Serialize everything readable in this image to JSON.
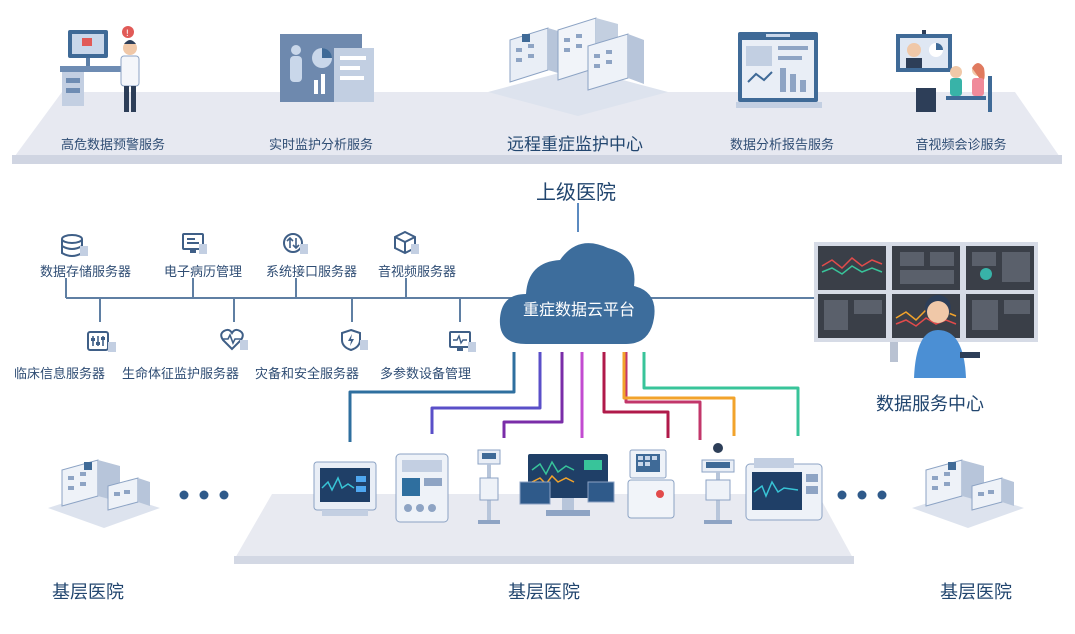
{
  "top_services": [
    {
      "label": "高危数据预警服务",
      "icon": "doctor-desk-alert-icon"
    },
    {
      "label": "实时监护分析服务",
      "icon": "body-monitor-board-icon"
    },
    {
      "label": "远程重症监护中心",
      "icon": "hospital-buildings-icon"
    },
    {
      "label": "数据分析报告服务",
      "icon": "report-screen-icon"
    },
    {
      "label": "音视频会诊服务",
      "icon": "video-consultation-icon"
    }
  ],
  "upper_hospital": "上级医院",
  "cloud_platform": "重症数据云平台",
  "servers_top": [
    {
      "label": "数据存储服务器",
      "icon": "database-icon"
    },
    {
      "label": "电子病历管理",
      "icon": "medical-record-monitor-icon"
    },
    {
      "label": "系统接口服务器",
      "icon": "interface-arrows-icon"
    },
    {
      "label": "音视频服务器",
      "icon": "video-cube-icon"
    }
  ],
  "servers_bottom": [
    {
      "label": "临床信息服务器",
      "icon": "control-sliders-icon"
    },
    {
      "label": "生命体征监护服务器",
      "icon": "heart-pulse-icon"
    },
    {
      "label": "灾备和安全服务器",
      "icon": "shield-bolt-icon"
    },
    {
      "label": "多参数设备管理",
      "icon": "device-monitor-icon"
    }
  ],
  "data_center": "数据服务中心",
  "base_hospitals": [
    "基层医院",
    "基层医院",
    "基层医院"
  ],
  "colors": {
    "cloud": "#3d6d9c",
    "platform": "#e8eaf1",
    "line": "#5f7fa3",
    "conn": [
      "#2f6f9f",
      "#5a4fc8",
      "#7a2da8",
      "#c24bd0",
      "#b01a4a",
      "#c2366a",
      "#f2a32b",
      "#38c49a"
    ]
  }
}
